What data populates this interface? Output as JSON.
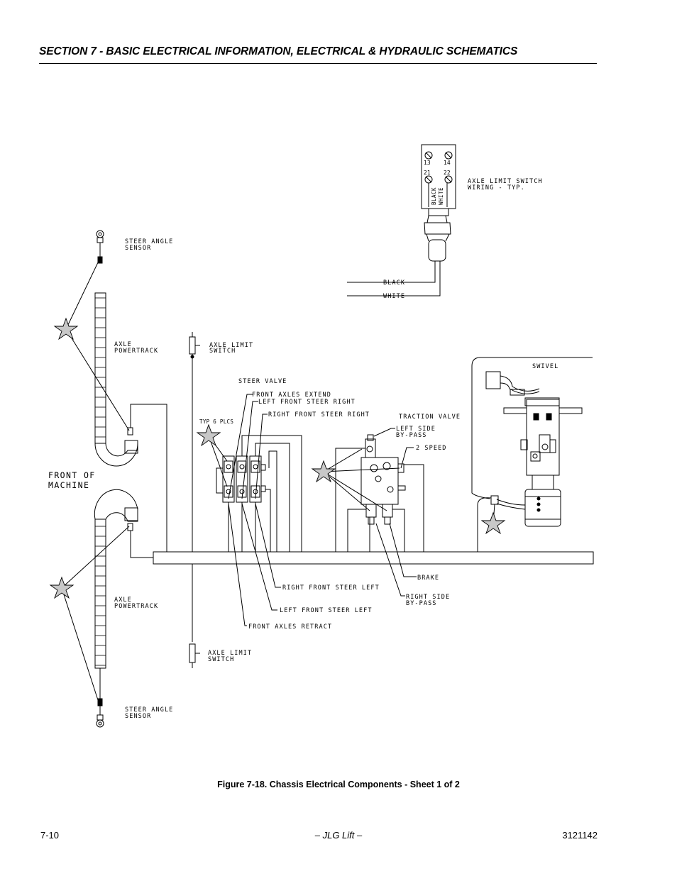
{
  "header": {
    "section_title": "SECTION 7 - BASIC ELECTRICAL INFORMATION, ELECTRICAL & HYDRAULIC SCHEMATICS"
  },
  "diagram": {
    "labels": {
      "steer_angle_sensor_top": [
        "STEER ANGLE",
        "SENSOR"
      ],
      "axle_powertrack_top": [
        "AXLE",
        "POWERTRACK"
      ],
      "axle_limit_switch_top": [
        "AXLE LIMIT",
        "SWITCH"
      ],
      "front_of_machine": [
        "FRONT OF",
        "MACHINE"
      ],
      "axle_powertrack_bottom": [
        "AXLE",
        "POWERTRACK"
      ],
      "axle_limit_switch_bottom": [
        "AXLE LIMIT",
        "SWITCH"
      ],
      "steer_angle_sensor_bottom": [
        "STEER ANGLE",
        "SENSOR"
      ],
      "axle_limit_switch_wiring": [
        "AXLE LIMIT SWITCH",
        "WIRING - TYP."
      ],
      "terminal_13": "13",
      "terminal_14": "14",
      "terminal_21": "21",
      "terminal_22": "22",
      "wire_black_vertical": "BLACK",
      "wire_white_vertical": "WHITE",
      "wire_black": "BLACK",
      "wire_white": "WHITE",
      "steer_valve": "STEER VALVE",
      "front_axles_extend": "FRONT AXLES EXTEND",
      "left_front_steer_right": "LEFT FRONT STEER RIGHT",
      "right_front_steer_right": "RIGHT FRONT STEER RIGHT",
      "typ_6_plcs": "TYP 6 PLCS",
      "traction_valve": "TRACTION VALVE",
      "left_side_bypass": [
        "LEFT SIDE",
        "BY-PASS"
      ],
      "two_speed": "2 SPEED",
      "swivel": "SWIVEL",
      "right_front_steer_left": "RIGHT FRONT STEER LEFT",
      "left_front_steer_left": "LEFT FRONT STEER LEFT",
      "front_axles_retract": "FRONT AXLES RETRACT",
      "brake": "BRAKE",
      "right_side_bypass": [
        "RIGHT SIDE",
        "BY-PASS"
      ]
    }
  },
  "caption": "Figure 7-18.  Chassis Electrical Components - Sheet 1 of 2",
  "footer": {
    "page_number": "7-10",
    "center": "– JLG Lift –",
    "doc_number": "3121142"
  }
}
